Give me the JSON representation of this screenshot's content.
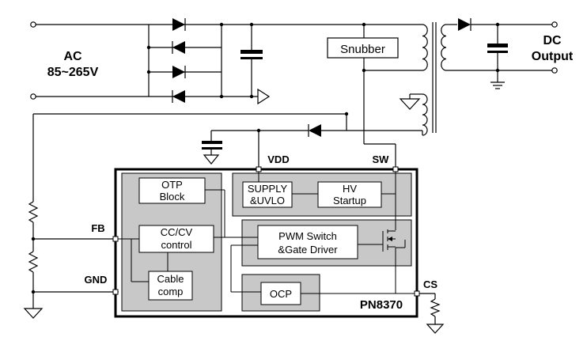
{
  "source": {
    "ac_label": "AC",
    "ac_range": "85~265V"
  },
  "output": {
    "line1": "DC",
    "line2": "Output"
  },
  "snubber": {
    "label": "Snubber"
  },
  "pins": {
    "vdd": "VDD",
    "sw": "SW",
    "fb": "FB",
    "gnd": "GND",
    "cs": "CS"
  },
  "ic": {
    "part_number": "PN8370",
    "blocks": {
      "otp": {
        "line1": "OTP",
        "line2": "Block"
      },
      "supply": {
        "line1": "SUPPLY",
        "line2": "&UVLO"
      },
      "hv": {
        "line1": "HV",
        "line2": "Startup"
      },
      "cccv": {
        "line1": "CC/CV",
        "line2": "control"
      },
      "pwm": {
        "line1": "PWM Switch",
        "line2": "&Gate Driver"
      },
      "cable": {
        "line1": "Cable",
        "line2": "comp"
      },
      "ocp": {
        "label": "OCP"
      }
    }
  },
  "colors": {
    "block_fill": "#c8c8c8",
    "box_fill": "#ffffff",
    "line": "#000000"
  }
}
